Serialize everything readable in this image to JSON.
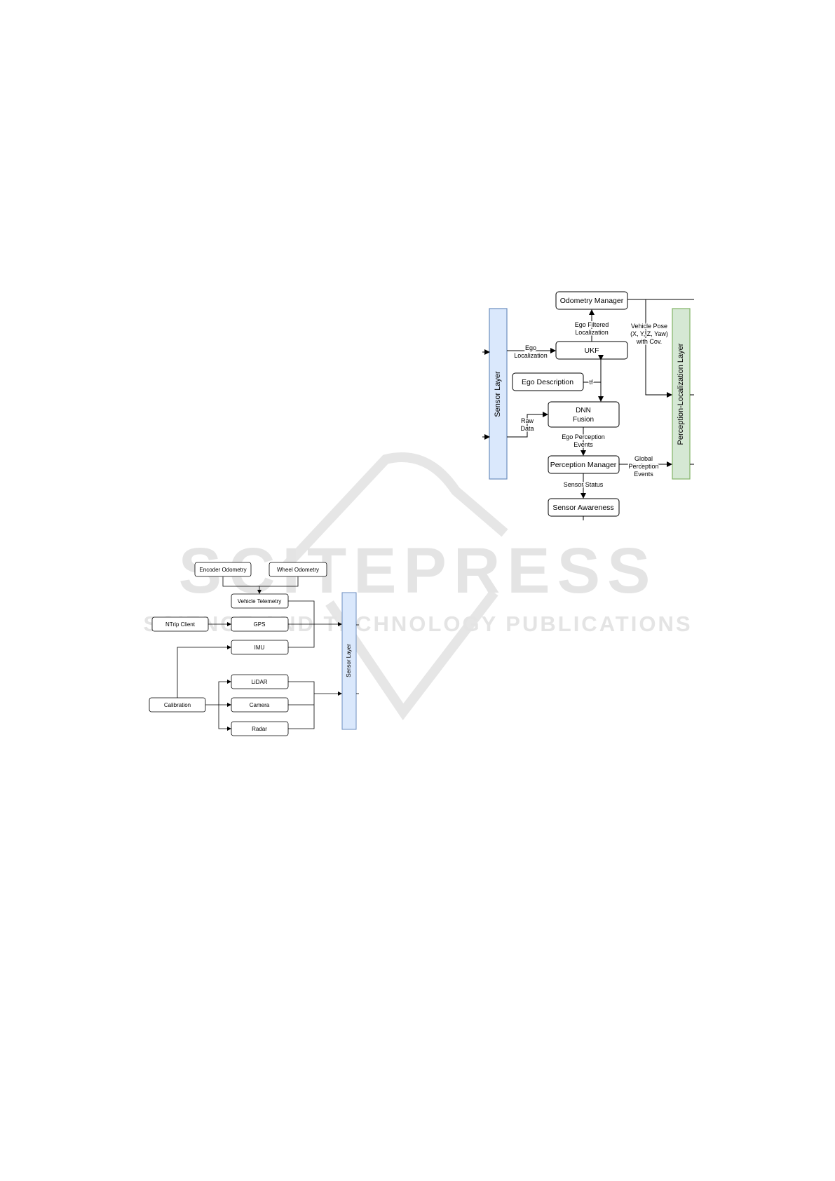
{
  "watermark": {
    "title": "SCITEPRESS",
    "subtitle": "SCIENCE AND TECHNOLOGY PUBLICATIONS"
  },
  "diagram_right": {
    "nodes": {
      "odometry_manager": "Odometry Manager",
      "ukf": "UKF",
      "ego_description": "Ego Description",
      "dnn_line1": "DNN",
      "dnn_line2": "Fusion",
      "perception_manager": "Perception Manager",
      "sensor_awareness": "Sensor Awareness"
    },
    "layers": {
      "sensor_layer": "Sensor Layer",
      "perception_localization_layer": "Perception-Localization Layer"
    },
    "edge_labels": {
      "ego_filtered_1": "Ego Filtered",
      "ego_filtered_2": "Localization",
      "ego_loc_1": "Ego",
      "ego_loc_2": "Localization",
      "tf": "tf",
      "raw_1": "Raw",
      "raw_2": "Data",
      "ego_perc_1": "Ego Perception",
      "ego_perc_2": "Events",
      "global_1": "Global",
      "global_2": "Perception",
      "global_3": "Events",
      "sensor_status": "Sensor Status",
      "vehicle_pose_1": "Vehicle Pose",
      "vehicle_pose_2": "(X, Y, Z, Yaw)",
      "vehicle_pose_3": "with Cov."
    }
  },
  "diagram_left": {
    "nodes": {
      "encoder_odometry": "Encoder Odometry",
      "wheel_odometry": "Wheel Odometry",
      "vehicle_telemetry": "Vehicle Telemetry",
      "ntrip_client": "NTrip Client",
      "gps": "GPS",
      "imu": "IMU",
      "lidar": "LiDAR",
      "camera": "Camera",
      "radar": "Radar",
      "calibration": "Calibration"
    },
    "layers": {
      "sensor_layer": "Sensor Layer"
    }
  },
  "colors": {
    "sensor_layer_fill": "#dae8fc",
    "sensor_layer_stroke": "#6c8ebf",
    "perception_layer_fill": "#d5e8d4",
    "perception_layer_stroke": "#82b366",
    "watermark": "#e4e4e4"
  }
}
